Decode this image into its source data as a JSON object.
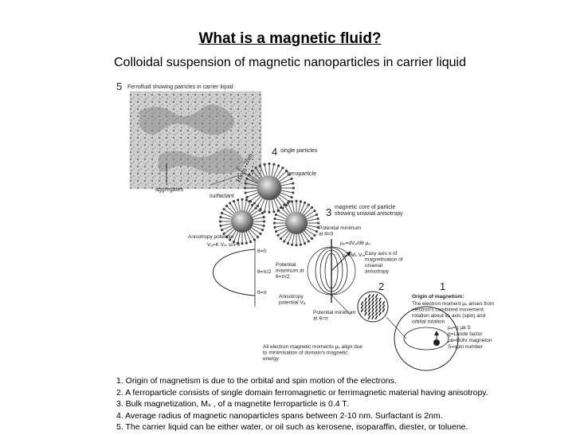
{
  "title": "What is a magnetic fluid?",
  "subtitle": "Colloidal suspension of magnetic nanoparticles in carrier liquid",
  "panels": {
    "p5": {
      "number": "5",
      "caption": "Ferrofluid showing patricles in carrier liquid"
    },
    "p4": {
      "number": "4",
      "caption": "single particles"
    },
    "p3": {
      "number": "3",
      "caption": "magnetic core of particle showing uniaxial anisotropy"
    },
    "p2": {
      "number": "2"
    },
    "p1": {
      "number": "1"
    }
  },
  "labels": {
    "aggregates": "aggregates",
    "surfactant": "surfactant",
    "ferroparticle": "ferroparticle",
    "dim_2nm": "2nm",
    "dim_10nm": "10nm",
    "anisotropy_potential": "Anisotropy potential",
    "anisotropy_formula": "Vₐ=K Vₘ sin²θ",
    "potential_min_0": "Potential minimum at θ=0",
    "potential_max": "Potential maximum at θ=π/2",
    "anisotropy_pot_v": "Anisotropy potential Vₐ",
    "potential_min_pi": "Potential minimum at θ=π",
    "theta_0": "θ=0",
    "theta_pi2": "θ=π/2",
    "theta_pi": "θ=π",
    "moment_eq": "μₚ=dVₐ/dθ μₒ",
    "moment_eq2": "μₚ=Mₛ Vₘ",
    "easy_axis": "Easy axis n of magnetisation of uniaxial anisotropy",
    "align_note": "All electron magnetic moments μₑ align due to minimisation of domain's magnetic energy",
    "origin_title": "Origin of magnetism:",
    "origin_body": "The electron moment μₑ arises from electron's combined movement: rotation about its axis (spin) and orbital rotation",
    "origin_eq1": "μₑ=g μʙ S",
    "origin_eq2": "g=Lande factor",
    "origin_eq3": "μʙ=Bohr magneton",
    "origin_eq4": "S=spin number"
  },
  "notes": [
    "1. Origin of magnetism is due to the orbital and spin motion of the electrons.",
    "2. A ferroparticle consists of single domain ferromagnetic or ferrimagnetic material having anisotropy.",
    "3. Bulk magnetization, Mₛ , of a magnetite ferroparticle is 0.4 T.",
    "4. Average radius of magnetic nanoparticles spans between 2-10 nm. Surfactant is 2nm.",
    "5. The carrier liquid can be either water, or oil such as kerosene, isoparaffin, diester, or toluene."
  ]
}
